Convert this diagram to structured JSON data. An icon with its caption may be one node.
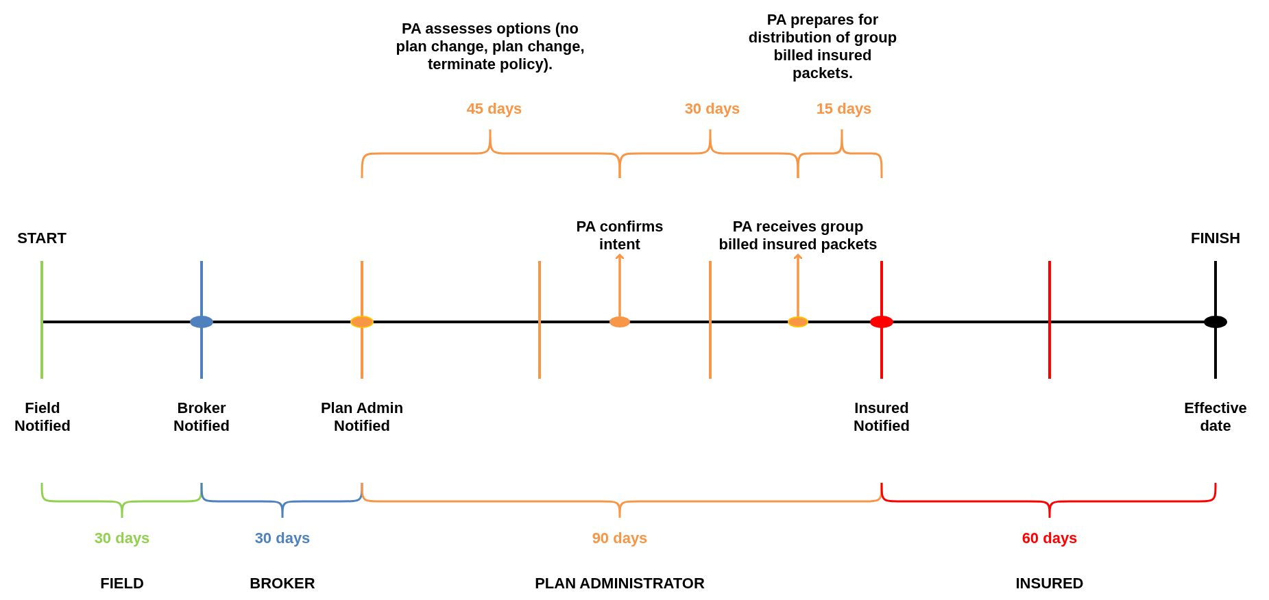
{
  "diagram": {
    "nodes": [
      {
        "text": [],
        "shape": "circle"
      },
      {
        "text": [
          "PA confirms intent"
        ]
      },
      {
        "text": [],
        "shape": "circle"
      },
      {
        "text": [
          "PA receives group billed insured packets"
        ]
      }
    ],
    "edges": [
      {
        "from": 0,
        "to": 1,
        "arrow": "to"
      },
      {
        "from": 2,
        "to": 3,
        "arrow": "to"
      }
    ],
    "labels": [
      "PA assesses options (no plan change, plan change, terminate policy).",
      "PA prepares for distribution of group billed insured packets.",
      "45 days",
      "30 days",
      "15 days",
      "START",
      "FINISH",
      "Field Notified",
      "Broker Notified",
      "Plan Admin Notified",
      "Insured Notified",
      "Effective date",
      "30 days",
      "30 days",
      "90 days",
      "60 days",
      "FIELD",
      "BROKER",
      "PLAN ADMINISTRATOR",
      "INSURED"
    ]
  }
}
